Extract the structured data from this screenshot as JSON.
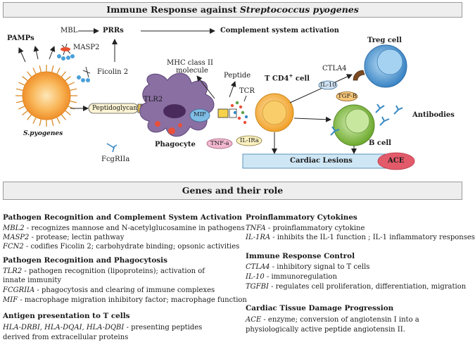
{
  "title": {
    "prefix": "Immune Response against ",
    "species": "Streptococcus pyogenes"
  },
  "diagram": {
    "pamps": "PAMPs",
    "mbl": "MBL",
    "prrs": "PRRs",
    "complement": "Complement system activation",
    "masp2": "MASP2",
    "ficolin2": "Ficolin 2",
    "tlr2": "TLR2",
    "peptidoglycan": "Peptidoglycan",
    "spyogenes": "S.pyogenes",
    "fcgr": "FcgRIIa",
    "phagocyte": "Phagocyte",
    "mif": "MIF",
    "mhc_line1": "MHC class II",
    "mhc_line2": "molecule",
    "peptide": "Peptide",
    "tcr": "TCR",
    "tcd4_prefix": "T CD4",
    "tcd4_sup": "+",
    "tcd4_suffix": " cell",
    "tnfa": "TNF-a",
    "il1ra": "IL-IRa",
    "treg": "Treg cell",
    "ctla4": "CTLA4",
    "il10": "IL-10",
    "tgfb": "TGF-B",
    "antibodies": "Antibodies",
    "bcell": "B cell",
    "cardiac": "Cardiac Lesions",
    "ace": "ACE"
  },
  "genes_title": "Genes and their role",
  "sections": {
    "s1": {
      "title": "Pathogen Recognition and Complement System Activation",
      "lines": [
        {
          "gene": "MBL2",
          "desc": " - recognizes mannose and N-acetylglucosamine in pathogens"
        },
        {
          "gene": "MASP2",
          "desc": " - protease; lectin pathway"
        },
        {
          "gene": "FCN2",
          "desc": " - codifies Ficolin 2; carbohydrate binding; opsonic activities"
        }
      ]
    },
    "s2": {
      "title": "Pathogen Recognition and Phagocytosis",
      "lines": [
        {
          "gene": "TLR2",
          "desc": " - pathogen recognition (lipoproteins); activation of"
        },
        {
          "gene": "",
          "desc": "innate immunity"
        },
        {
          "gene": "FCGRIIA",
          "desc": " - phagocytosis and clearing of immune complexes"
        },
        {
          "gene": "MIF",
          "desc": " - macrophage migration inhibitory factor; macrophage function"
        }
      ]
    },
    "s3": {
      "title": "Antigen presentation to T cells",
      "lines": [
        {
          "gene": "HLA-DRBI, HLA-DQAI, HLA-DQBI",
          "desc": " - presenting peptides"
        },
        {
          "gene": "",
          "desc": "derived from extracellular proteins"
        }
      ]
    },
    "s4": {
      "title": "Proinflammatory Cytokines",
      "lines": [
        {
          "gene": "TNFA",
          "desc": " - proinflammatory cytokine"
        },
        {
          "gene": "IL-1RA",
          "desc": " - inhibits the IL-1 function ; IL-1 inflammatory responses"
        }
      ]
    },
    "s5": {
      "title": "Immune Response Control",
      "lines": [
        {
          "gene": "CTLA4",
          "desc": " - inhibitory signal to T cells"
        },
        {
          "gene": "IL-10",
          "desc": " - immunoregulation"
        },
        {
          "gene": "TGFBI",
          "desc": " - regulates cell proliferation, differentiation, migration"
        }
      ]
    },
    "s6": {
      "title": "Cardiac Tissue Damage Progression",
      "lines": [
        {
          "gene": "ACE",
          "desc": " - enzyme; conversion of angiotensin I into a"
        },
        {
          "gene": "",
          "desc": "physiologically active peptide angiotensin II."
        }
      ]
    }
  },
  "colors": {
    "banner_bg": "#eeeeee",
    "phagocyte": "#8a6fa3",
    "tcell": "#f5b43a",
    "bcell": "#8bc34a",
    "treg": "#4a9ad6",
    "cardiac": "#cfe7f5",
    "ace": "#e35a6a",
    "bacteria": "#f7a23a"
  }
}
